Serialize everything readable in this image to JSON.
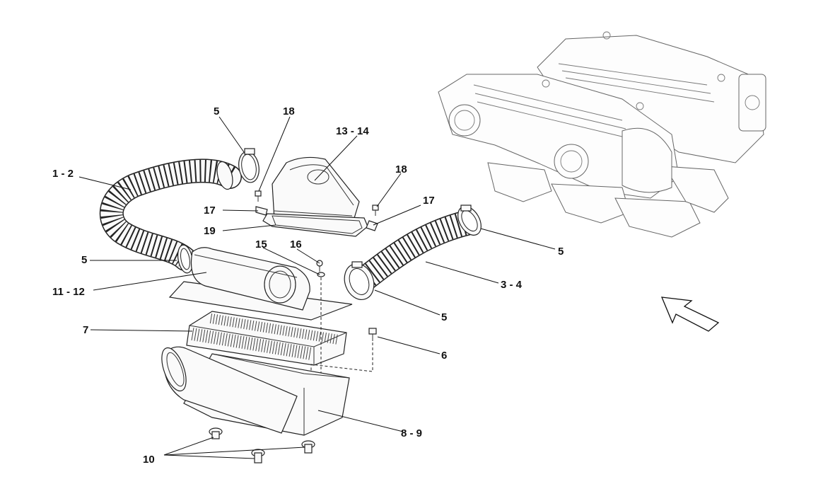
{
  "labels": {
    "l_1_2": "1 - 2",
    "l_5_top": "5",
    "l_18_top": "18",
    "l_13_14": "13 - 14",
    "l_18_right": "18",
    "l_17_left": "17",
    "l_17_right": "17",
    "l_19": "19",
    "l_5_left": "5",
    "l_15": "15",
    "l_16": "16",
    "l_11_12": "11 - 12",
    "l_5_right_top": "5",
    "l_3_4": "3 - 4",
    "l_5_right_mid": "5",
    "l_7": "7",
    "l_6": "6",
    "l_8_9": "8 - 9",
    "l_10": "10"
  },
  "icons": {
    "direction_arrow": "outline-arrow-up-left-icon"
  }
}
